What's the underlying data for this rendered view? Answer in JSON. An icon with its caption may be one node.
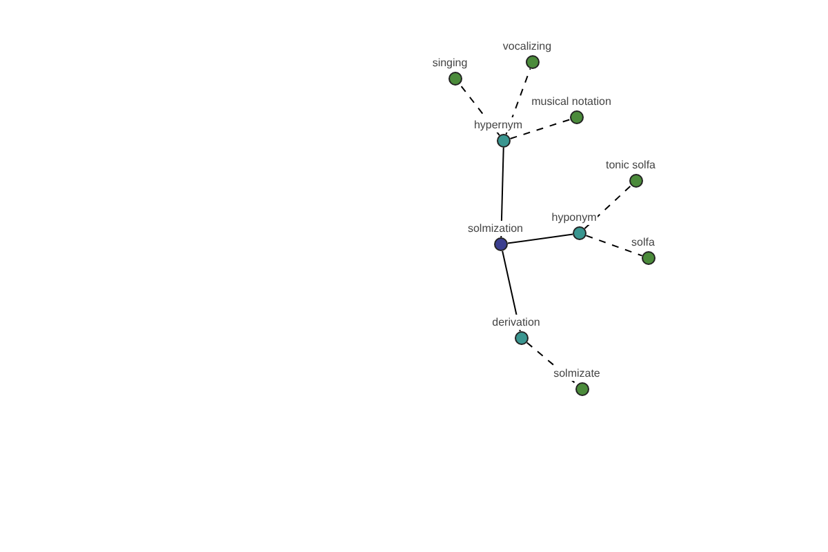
{
  "diagram": {
    "nodes": [
      {
        "text": [
          "vocalizing"
        ]
      },
      {
        "text": [
          "singing"
        ]
      },
      {
        "text": [
          "musical notation"
        ]
      },
      {
        "text": [
          "hypernym"
        ]
      },
      {
        "text": [
          "tonic solfa"
        ]
      },
      {
        "text": [
          "solmization"
        ]
      },
      {
        "text": [
          "hyponym"
        ]
      },
      {
        "text": [
          "solfa"
        ]
      },
      {
        "text": [
          "derivation"
        ]
      },
      {
        "text": [
          "solmizate"
        ]
      }
    ],
    "edges": [
      {
        "from": 5,
        "to": 3,
        "arrow": "none"
      },
      {
        "from": 5,
        "to": 6,
        "arrow": "none"
      },
      {
        "from": 5,
        "to": 8,
        "arrow": "none"
      },
      {
        "from": 3,
        "to": 1,
        "arrow": "none",
        "style": "dashed"
      },
      {
        "from": 3,
        "to": 0,
        "arrow": "none",
        "style": "dashed"
      },
      {
        "from": 3,
        "to": 2,
        "arrow": "none",
        "style": "dashed"
      },
      {
        "from": 6,
        "to": 4,
        "arrow": "none",
        "style": "dashed"
      },
      {
        "from": 6,
        "to": 7,
        "arrow": "none",
        "style": "dashed"
      },
      {
        "from": 8,
        "to": 9,
        "arrow": "none",
        "style": "dashed"
      }
    ]
  }
}
